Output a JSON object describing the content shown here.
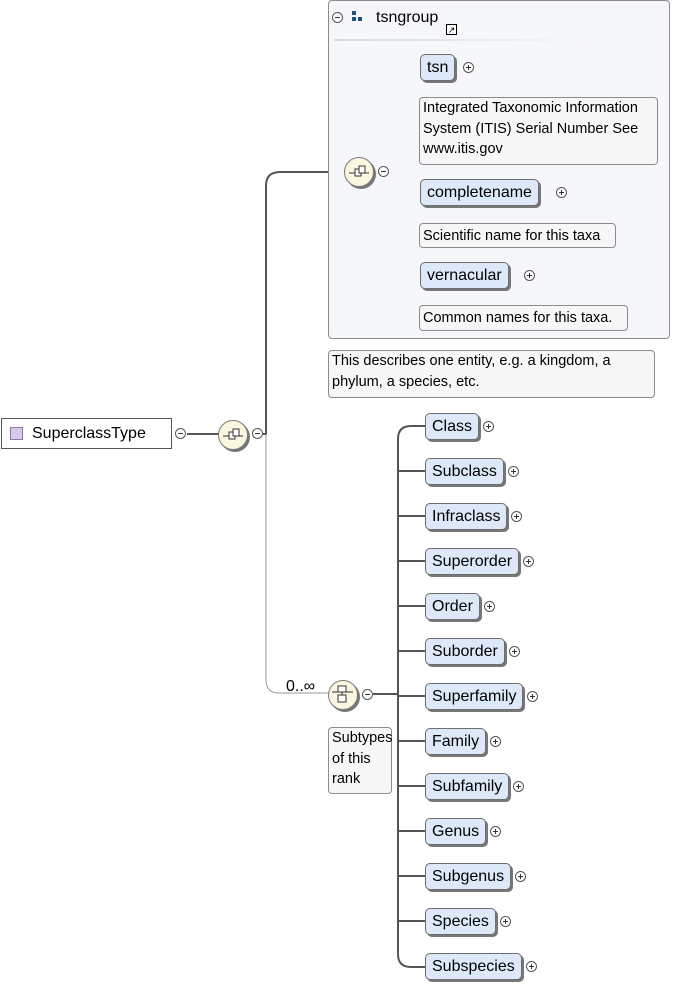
{
  "root": {
    "label": "SuperclassType"
  },
  "group": {
    "title": "tsngroup",
    "link_badge": "↗",
    "annotation": "This describes one entity, e.g. a kingdom, a phylum, a species, etc."
  },
  "group_elements": [
    {
      "label": "tsn",
      "annotation": "Integrated Taxonomic Information System (ITIS) Serial Number See www.itis.gov"
    },
    {
      "label": "completename",
      "annotation": "Scientific name for this taxa"
    },
    {
      "label": "vernacular",
      "annotation": "Common names for this taxa."
    }
  ],
  "choice": {
    "occurrence": "0..∞",
    "annotation": "Subtypes of this rank"
  },
  "choice_elements": [
    {
      "label": "Class"
    },
    {
      "label": "Subclass"
    },
    {
      "label": "Infraclass"
    },
    {
      "label": "Superorder"
    },
    {
      "label": "Order"
    },
    {
      "label": "Suborder"
    },
    {
      "label": "Superfamily"
    },
    {
      "label": "Family"
    },
    {
      "label": "Subfamily"
    },
    {
      "label": "Genus"
    },
    {
      "label": "Subgenus"
    },
    {
      "label": "Species"
    },
    {
      "label": "Subspecies"
    }
  ],
  "colors": {
    "element_fill": "#dde9f8",
    "compositor_fill": "#fbf6df",
    "root_icon": "#d8c8ec",
    "group_icon": "#1f4e89"
  }
}
